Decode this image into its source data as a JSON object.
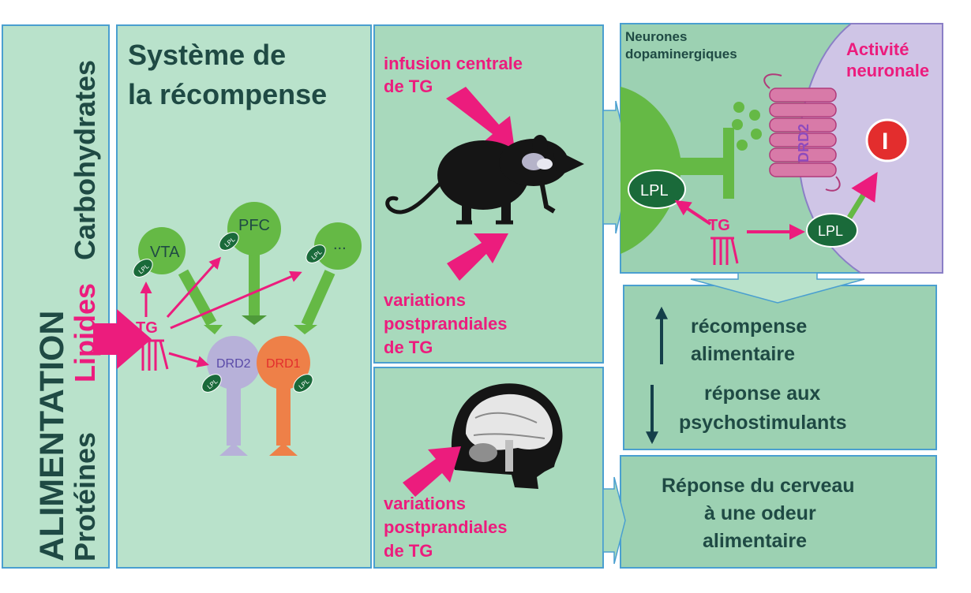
{
  "colors": {
    "panel_dark": "#9cd1b2",
    "panel_light": "#b9e2cb",
    "panel_border": "#4a9fd0",
    "text_dark": "#1f4a44",
    "magenta": "#ec1c7d",
    "green_neuron": "#65b945",
    "green_neuron_dark": "#4e9a3a",
    "lpl_green": "#1a6a3a",
    "drd2_purple": "#b7b1d9",
    "drd1_orange": "#ee8048",
    "cell_lavender": "#cfc5e6",
    "inhibit_red": "#e32d2d"
  },
  "sidebar": {
    "title": "ALIMENTATION",
    "proteines": "Protéines",
    "lipides": "Lipides",
    "carbohydrates": "Carbohydrates"
  },
  "reward": {
    "title_line1": "Système de",
    "title_line2": "la récompense",
    "vta": "VTA",
    "pfc": "PFC",
    "more": "...",
    "tg": "TG",
    "drd2": "DRD2",
    "drd1": "DRD1",
    "lpl": "LPL"
  },
  "mouse_panel": {
    "infusion_line1": "infusion centrale",
    "infusion_line2": "de TG",
    "variations_line1": "variations",
    "variations_line2": "postprandiales",
    "variations_line3": "de TG"
  },
  "brain_panel": {
    "variations_line1": "variations",
    "variations_line2": "postprandiales",
    "variations_line3": "de TG"
  },
  "synapse_panel": {
    "neurons_line1": "Neurones",
    "neurons_line2": "dopaminergiques",
    "activity_line1": "Activité",
    "activity_line2": "neuronale",
    "drd2": "DRD2",
    "lpl_left": "LPL",
    "lpl_right": "LPL",
    "tg": "TG",
    "inhibit": "I"
  },
  "outcomes": {
    "reward_line1": "récompense",
    "reward_line2": "alimentaire",
    "psycho_line1": "réponse aux",
    "psycho_line2": "psychostimulants",
    "brain_line1": "Réponse du cerveau",
    "brain_line2": "à une odeur",
    "brain_line3": "alimentaire"
  }
}
